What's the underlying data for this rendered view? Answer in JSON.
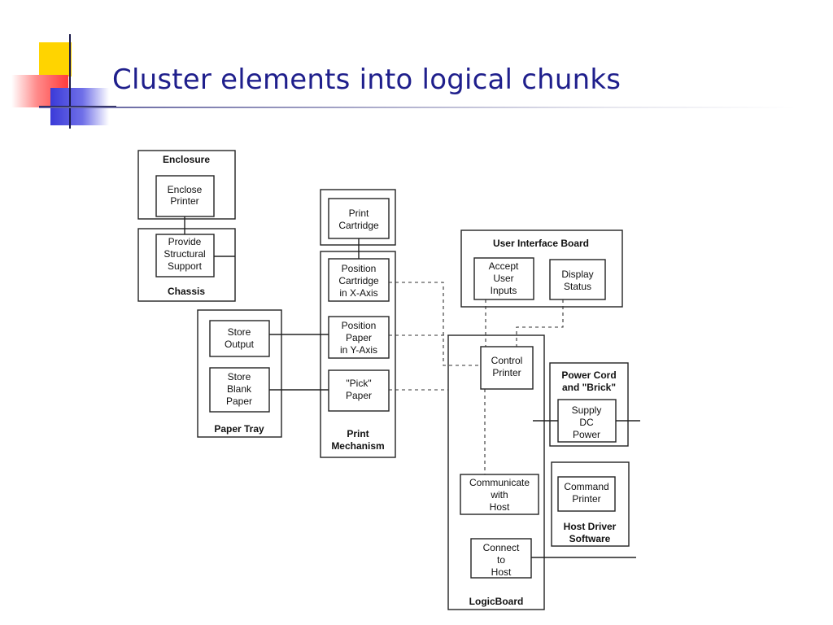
{
  "slide": {
    "title": "Cluster elements into logical chunks"
  },
  "diagram": {
    "groups": {
      "enclosure": "Enclosure",
      "chassis": "Chassis",
      "paper_tray": "Paper Tray",
      "print_mechanism": [
        "Print",
        "Mechanism"
      ],
      "user_interface_board": "User Interface Board",
      "power_cord": [
        "Power Cord",
        "and \"Brick\""
      ],
      "host_driver": [
        "Host Driver",
        "Software"
      ],
      "logic_board": "LogicBoard"
    },
    "elements": {
      "enclose_printer": [
        "Enclose",
        "Printer"
      ],
      "provide_structural_support": [
        "Provide",
        "Structural",
        "Support"
      ],
      "store_output": [
        "Store",
        "Output"
      ],
      "store_blank_paper": [
        "Store",
        "Blank",
        "Paper"
      ],
      "print_cartridge": [
        "Print",
        "Cartridge"
      ],
      "position_cartridge": [
        "Position",
        "Cartridge",
        "in X-Axis"
      ],
      "position_paper": [
        "Position",
        "Paper",
        "in Y-Axis"
      ],
      "pick_paper": [
        "\"Pick\"",
        "Paper"
      ],
      "accept_user_inputs": [
        "Accept",
        "User",
        "Inputs"
      ],
      "display_status": [
        "Display",
        "Status"
      ],
      "control_printer": [
        "Control",
        "Printer"
      ],
      "supply_dc_power": [
        "Supply",
        "DC",
        "Power"
      ],
      "communicate_with_host": [
        "Communicate",
        "with",
        "Host"
      ],
      "command_printer": [
        "Command",
        "Printer"
      ],
      "connect_to_host": [
        "Connect",
        "to",
        "Host"
      ]
    }
  }
}
